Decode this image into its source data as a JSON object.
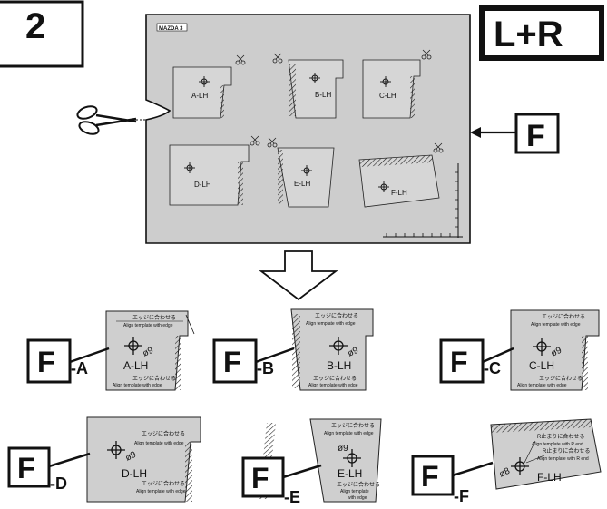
{
  "step": {
    "number": "2"
  },
  "side_badge": {
    "label": "L+R"
  },
  "sheet": {
    "title": "MAZDA 3",
    "pieces": [
      "A-LH",
      "B-LH",
      "C-LH",
      "D-LH",
      "E-LH",
      "F-LH"
    ],
    "diameter_label": "ø9",
    "diameter_label_f": "ø8"
  },
  "face_marker": {
    "letter": "F"
  },
  "details": [
    {
      "code": "-A",
      "piece": "A-LH"
    },
    {
      "code": "-B",
      "piece": "B-LH"
    },
    {
      "code": "-C",
      "piece": "C-LH"
    },
    {
      "code": "-D",
      "piece": "D-LH"
    },
    {
      "code": "-E",
      "piece": "E-LH"
    },
    {
      "code": "-F",
      "piece": "F-LH"
    }
  ],
  "captions": {
    "align_edge_jp": "エッジに合わせる",
    "align_edge_en": "Align template with edge",
    "r_end_jp": "R止まりに合わせる",
    "r_end_en": "Align template with R end",
    "r_start_jp": "R止まりに合わせる",
    "r_start_en": "Align template with R end",
    "e_bottom_en_1": "Align template",
    "e_bottom_en_2": "with edge"
  }
}
